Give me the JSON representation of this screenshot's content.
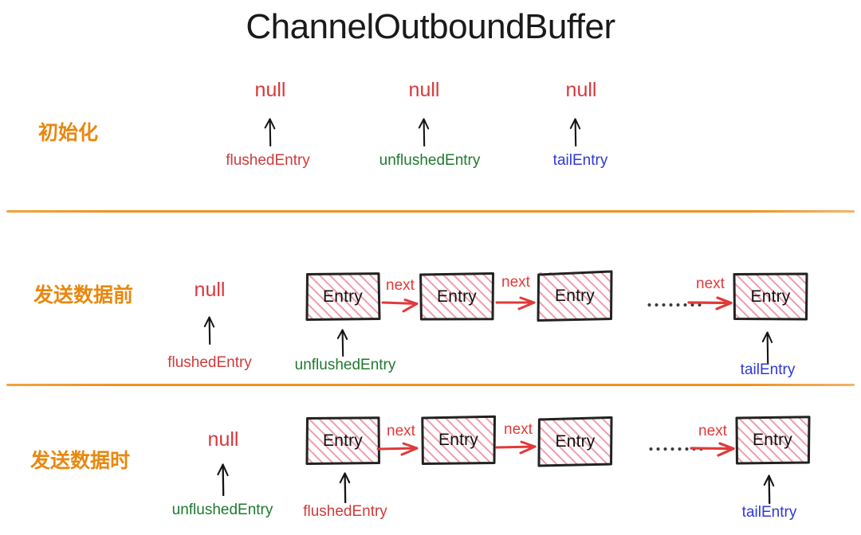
{
  "title": "ChannelOutboundBuffer",
  "colors": {
    "title": "#1a1a1a",
    "divider_orange": "#ef9422",
    "row_label_orange": "#e8880f",
    "null_red": "#d8383b",
    "flushed_red": "#cf3b3b",
    "unflushed_green": "#1f7a2e",
    "tail_blue": "#2f39d6",
    "next_red": "#e03a3a",
    "box_border": "#222222",
    "box_hatch_pink": "#ef8ca4"
  },
  "labels": {
    "null": "null",
    "entry": "Entry",
    "next": "next",
    "flushedEntry": "flushedEntry",
    "unflushedEntry": "unflushedEntry",
    "tailEntry": "tailEntry",
    "ellipsis": "........."
  },
  "rows": [
    {
      "id": "init",
      "label": "初始化",
      "nulls": [
        "null",
        "null",
        "null"
      ],
      "pointers": [
        {
          "name": "flushedEntry",
          "color": "red",
          "target": "null"
        },
        {
          "name": "unflushedEntry",
          "color": "green",
          "target": "null"
        },
        {
          "name": "tailEntry",
          "color": "blue",
          "target": "null"
        }
      ],
      "entries": []
    },
    {
      "id": "before-send",
      "label": "发送数据前",
      "nulls": [
        "null"
      ],
      "pointers": [
        {
          "name": "flushedEntry",
          "color": "red",
          "target": "null"
        },
        {
          "name": "unflushedEntry",
          "color": "green",
          "target": "entry-1"
        },
        {
          "name": "tailEntry",
          "color": "blue",
          "target": "entry-4"
        }
      ],
      "entries": [
        "Entry",
        "Entry",
        "Entry",
        "Entry"
      ],
      "links": [
        "next",
        "next",
        "next"
      ]
    },
    {
      "id": "during-send",
      "label": "发送数据时",
      "nulls": [
        "null"
      ],
      "pointers": [
        {
          "name": "unflushedEntry",
          "color": "green",
          "target": "null"
        },
        {
          "name": "flushedEntry",
          "color": "red",
          "target": "entry-1"
        },
        {
          "name": "tailEntry",
          "color": "blue",
          "target": "entry-4"
        }
      ],
      "entries": [
        "Entry",
        "Entry",
        "Entry",
        "Entry"
      ],
      "links": [
        "next",
        "next",
        "next"
      ]
    }
  ]
}
